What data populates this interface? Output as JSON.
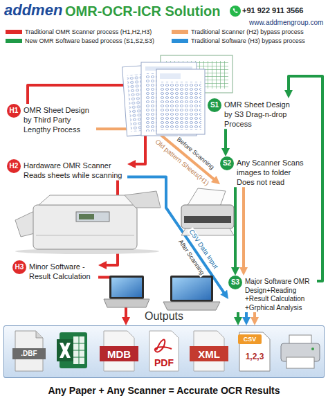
{
  "diagram": {
    "title": "OMR-OCR-ICR Solution",
    "caption": "Any Paper + Any Scanner = Accurate OCR Results",
    "nodes": [
      {
        "text": [
          "H1",
          "OMR Sheet Design by Third Party Lengthy Process"
        ]
      },
      {
        "text": [
          "S1",
          "OMR Sheet Design by S3 Drag-n-drop Process"
        ]
      },
      {
        "text": [
          "H2",
          "Hardaware OMR Scanner Reads sheets while scanning"
        ]
      },
      {
        "text": [
          "S2",
          "Any Scanner Scans images to folder Does not read"
        ]
      },
      {
        "text": [
          "H3",
          "Minor Software - Result Calculation"
        ]
      },
      {
        "text": [
          "S3",
          "Major Software OMR Design+Reading +Result Calculation +Grphical Analysis"
        ]
      },
      {
        "text": [
          "Outputs",
          ".DBF",
          "MDB",
          "PDF",
          "XML",
          "CSV",
          "1,2,3"
        ]
      }
    ],
    "edges": [
      {
        "from": 0,
        "to": 2,
        "arrow": "to"
      },
      {
        "from": 2,
        "to": 4,
        "arrow": "to"
      },
      {
        "from": 4,
        "to": 6,
        "arrow": "to"
      },
      {
        "from": 1,
        "to": 3,
        "arrow": "to"
      },
      {
        "from": 3,
        "to": 5,
        "arrow": "to"
      },
      {
        "from": 5,
        "to": 6,
        "arrow": "to"
      },
      {
        "from": 5,
        "to": 1,
        "arrow": "to"
      },
      {
        "from": 0,
        "to": 3,
        "label": "Old pattern Sheets(H1)",
        "arrow": "to"
      },
      {
        "from": 3,
        "to": 5,
        "arrow": "to"
      },
      {
        "from": 5,
        "to": 6,
        "arrow": "to"
      },
      {
        "from": 2,
        "to": 5,
        "label": "CSV Data Input",
        "arrow": "to"
      },
      {
        "from": 5,
        "to": 6,
        "arrow": "to"
      }
    ],
    "labels": [
      "addmen",
      "+91 922 911 3566",
      "www.addmengroup.com",
      "Before Scanning",
      "After Scanning"
    ],
    "legend": [
      {
        "text": "Traditional OMR Scanner process (H1,H2,H3)",
        "color": "#e02a2a"
      },
      {
        "text": "Traditional Scanner (H2) bypass process",
        "color": "#f2a66b"
      },
      {
        "text": "New OMR Software based process (S1,S2,S3)",
        "color": "#1f9a47"
      },
      {
        "text": "Traditional Software (H3) bypass process",
        "color": "#2a8fd8"
      }
    ]
  }
}
